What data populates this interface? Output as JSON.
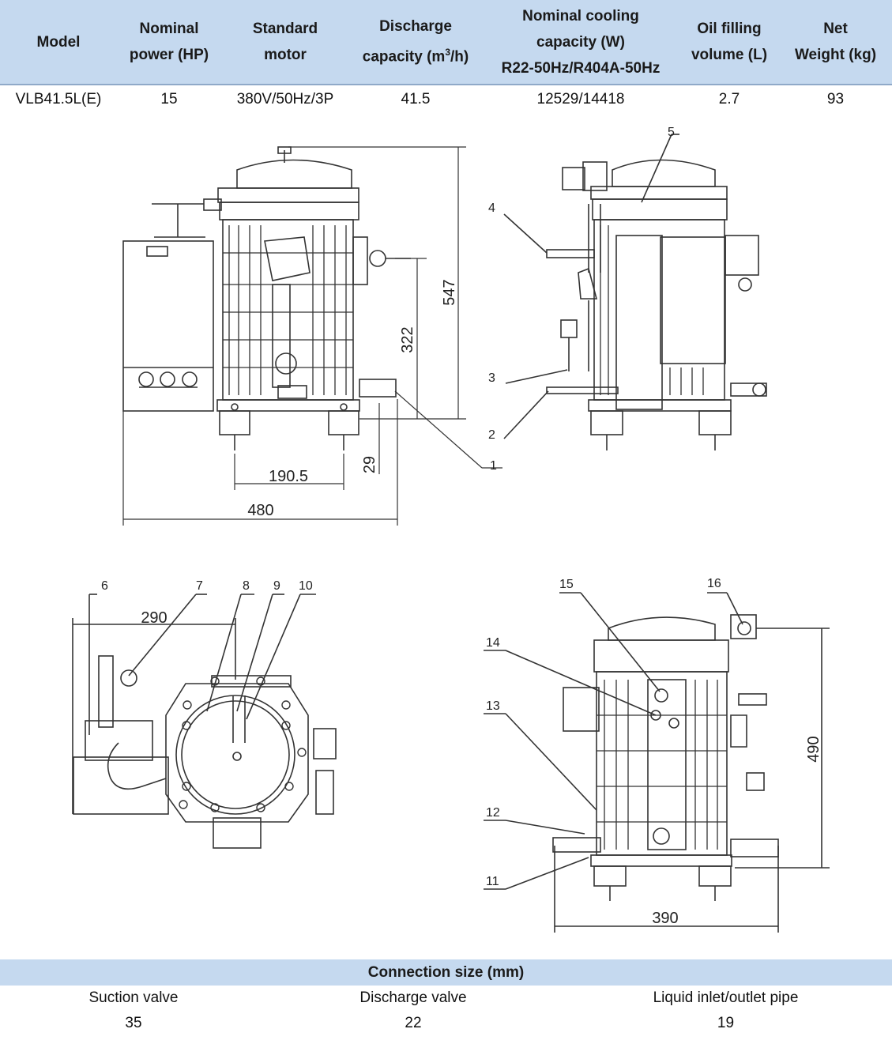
{
  "spec_table": {
    "headers": [
      "Model",
      "Nominal power (HP)",
      "Standard motor",
      "Discharge capacity (m3/h)",
      "Nominal cooling capacity (W) R22-50Hz/R404A-50Hz",
      "Oil filling volume (L)",
      "Net Weight (kg)"
    ],
    "header_lines": [
      [
        "Model"
      ],
      [
        "Nominal",
        "power (HP)"
      ],
      [
        "Standard",
        "motor"
      ],
      [
        "Discharge",
        "capacity (m",
        "3",
        "/h)"
      ],
      [
        "Nominal cooling",
        "capacity (W)",
        "R22-50Hz/R404A-50Hz"
      ],
      [
        "Oil filling",
        "volume (L)"
      ],
      [
        "Net",
        "Weight (kg)"
      ]
    ],
    "row": [
      "VLB41.5L(E)",
      "15",
      "380V/50Hz/3P",
      "41.5",
      "12529/14418",
      "2.7",
      "93"
    ]
  },
  "drawing": {
    "dimensions": {
      "height_total": "547",
      "height_port": "322",
      "foot_height": "29",
      "foot_spacing": "190.5",
      "width_front": "480",
      "top_width": "290",
      "height_rear": "490",
      "width_rear": "390"
    },
    "callouts": [
      "1",
      "2",
      "3",
      "4",
      "5",
      "6",
      "7",
      "8",
      "9",
      "10",
      "11",
      "12",
      "13",
      "14",
      "15",
      "16"
    ]
  },
  "connection_table": {
    "title": "Connection size (mm)",
    "columns": [
      "Suction valve",
      "Discharge valve",
      "Liquid inlet/outlet pipe"
    ],
    "values": [
      "35",
      "22",
      "19"
    ]
  }
}
